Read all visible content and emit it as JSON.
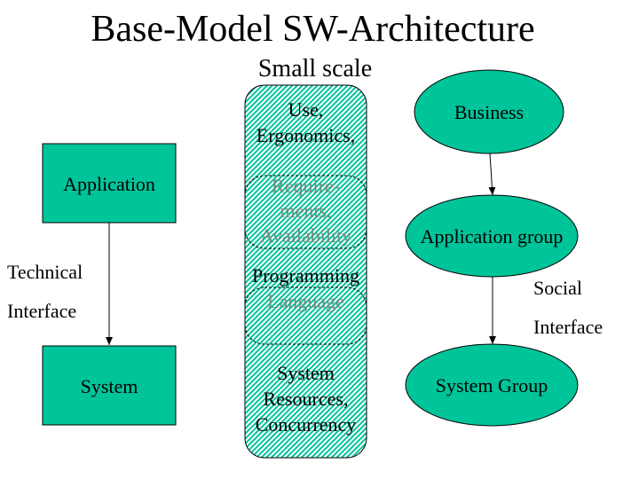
{
  "title": "Base-Model SW-Architecture",
  "subtitle": "Small scale",
  "colors": {
    "fill": "#00c49a",
    "outline": "#000000",
    "hatch": "#c8f5e6"
  },
  "left_column": {
    "top_box": "Application",
    "bottom_box": "System",
    "interface_line1": "Technical",
    "interface_line2": "Interface"
  },
  "center_column": {
    "use": [
      "Use,",
      "Ergonomics,"
    ],
    "requirements": [
      "Require-",
      "ments,",
      "Availability"
    ],
    "programming": "Programming",
    "language": "Language",
    "system": [
      "System",
      "Resources,",
      "Concurrency"
    ]
  },
  "right_column": {
    "business": "Business",
    "application_group": "Application group",
    "system_group": "System Group",
    "interface_line1": "Social",
    "interface_line2": "Interface"
  }
}
